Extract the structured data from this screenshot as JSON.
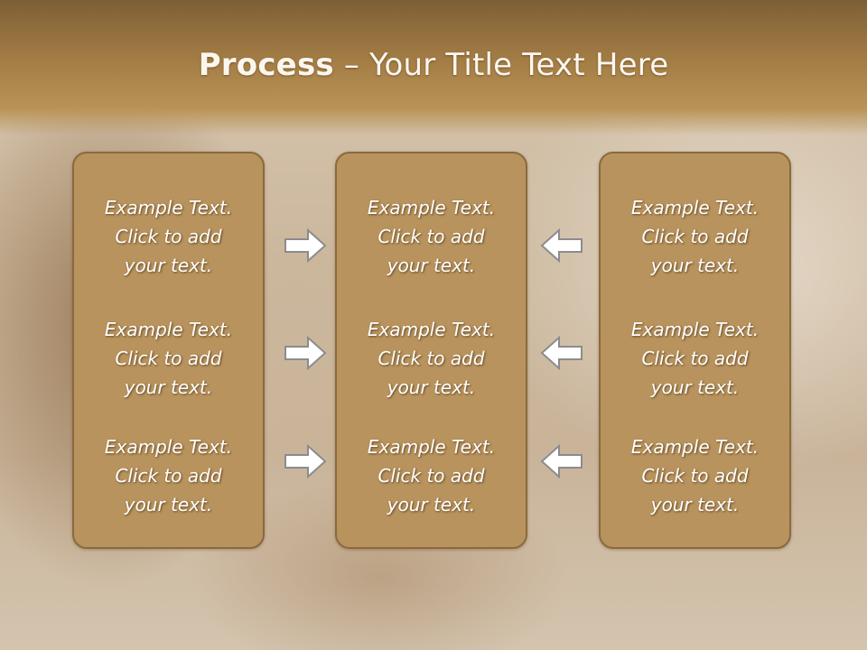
{
  "title": {
    "bold": "Process",
    "rest": " – Your Title Text Here"
  },
  "panels": [
    {
      "entries": [
        {
          "line1": "Example Text.",
          "line2": "Click  to add",
          "line3": "your text."
        },
        {
          "line1": "Example Text.",
          "line2": "Click  to add",
          "line3": "your text."
        },
        {
          "line1": "Example Text.",
          "line2": "Click  to add",
          "line3": "your text."
        }
      ]
    },
    {
      "entries": [
        {
          "line1": "Example Text.",
          "line2": "Click  to add",
          "line3": "your text."
        },
        {
          "line1": "Example Text.",
          "line2": "Click  to add",
          "line3": "your text."
        },
        {
          "line1": "Example Text.",
          "line2": "Click  to add",
          "line3": "your text."
        }
      ]
    },
    {
      "entries": [
        {
          "line1": "Example Text.",
          "line2": "Click  to add",
          "line3": "your text."
        },
        {
          "line1": "Example Text.",
          "line2": "Click  to add",
          "line3": "your text."
        },
        {
          "line1": "Example Text.",
          "line2": "Click  to add",
          "line3": "your text."
        }
      ]
    }
  ],
  "arrows": {
    "left_column": "arrow-right-icon",
    "right_column": "arrow-left-icon"
  },
  "colors": {
    "header": "#a47d45",
    "panel": "#b8935d",
    "panel_border": "#8a6a3f",
    "text": "#ffffff"
  }
}
